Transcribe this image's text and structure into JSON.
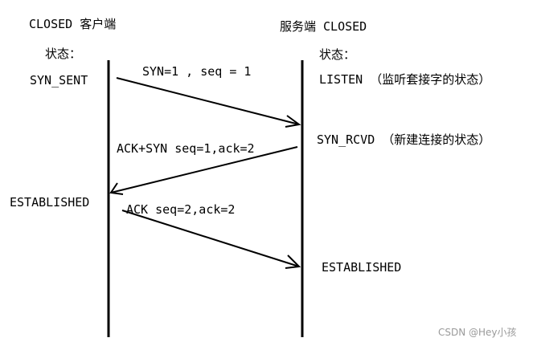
{
  "client": {
    "title": "CLOSED 客户端",
    "state_label": "状态：",
    "states": [
      "SYN_SENT",
      "ESTABLISHED"
    ]
  },
  "server": {
    "title": "服务端  CLOSED",
    "state_label": "状态：",
    "states": [
      "LISTEN  （监听套接字的状态）",
      "SYN_RCVD  （新建连接的状态）",
      "ESTABLISHED"
    ]
  },
  "messages": [
    {
      "label": "SYN=1 , seq = 1",
      "direction": "client-to-server"
    },
    {
      "label": "ACK+SYN seq=1,ack=2",
      "direction": "server-to-client"
    },
    {
      "label": "ACK seq=2,ack=2",
      "direction": "client-to-server"
    }
  ],
  "watermark": "CSDN @Hey小孩"
}
